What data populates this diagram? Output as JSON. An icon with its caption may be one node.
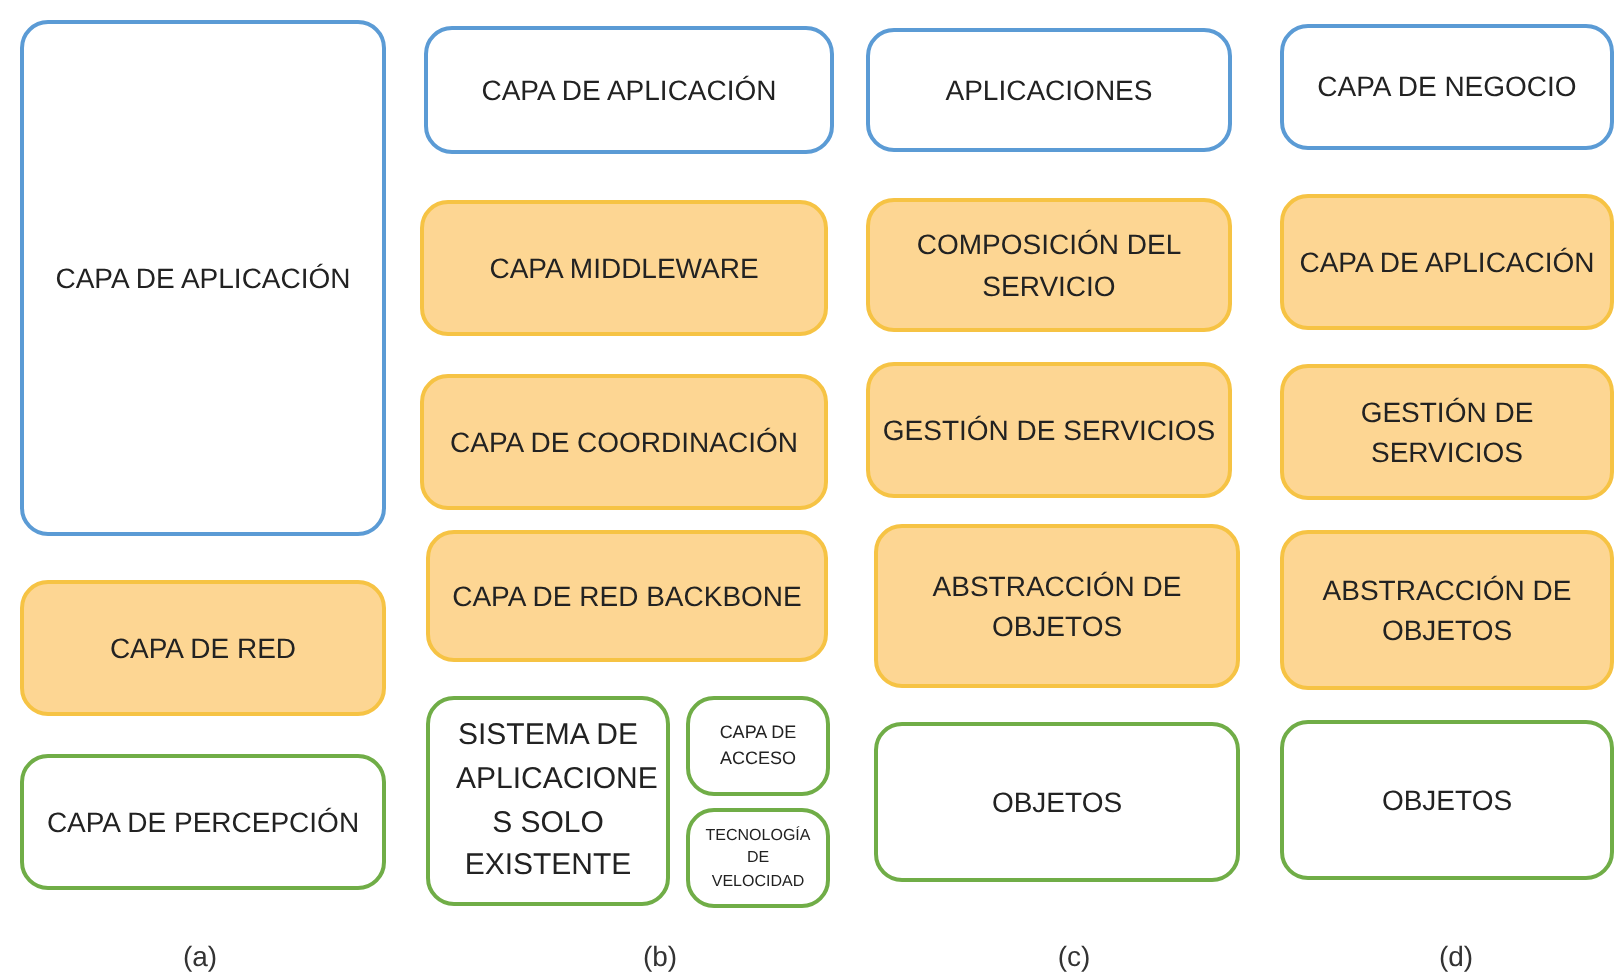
{
  "diagram": {
    "nodes": [
      {
        "text": [
          "CAPA DE APLICACIÓN"
        ]
      },
      {
        "text": [
          "CAPA DE RED"
        ]
      },
      {
        "text": [
          "CAPA DE PERCEPCIÓN"
        ]
      },
      {
        "text": [
          "CAPA DE APLICACIÓN"
        ]
      },
      {
        "text": [
          "CAPA MIDDLEWARE"
        ]
      },
      {
        "text": [
          "CAPA DE COORDINACIÓN"
        ]
      },
      {
        "text": [
          "CAPA DE RED BACKBONE"
        ]
      },
      {
        "text": [
          "SISTEMA DE APLICACIONE S SOLO EXISTENTE"
        ]
      },
      {
        "text": [
          "CAPA DE ACCESO"
        ]
      },
      {
        "text": [
          "TECNOLOGÍA DE VELOCIDAD"
        ]
      },
      {
        "text": [
          "APLICACIONES"
        ]
      },
      {
        "text": [
          "COMPOSICIÓN DEL SERVICIO"
        ]
      },
      {
        "text": [
          "GESTIÓN DE SERVICIOS"
        ]
      },
      {
        "text": [
          "ABSTRACCIÓN DE OBJETOS"
        ]
      },
      {
        "text": [
          "OBJETOS"
        ]
      },
      {
        "text": [
          "CAPA DE NEGOCIO"
        ]
      },
      {
        "text": [
          "CAPA DE APLICACIÓN"
        ]
      },
      {
        "text": [
          "GESTIÓN DE SERVICIOS"
        ]
      },
      {
        "text": [
          "ABSTRACCIÓN DE OBJETOS"
        ]
      },
      {
        "text": [
          "OBJETOS"
        ]
      }
    ],
    "labels": [
      "(a)",
      "(b)",
      "(c)",
      "(d)"
    ]
  }
}
